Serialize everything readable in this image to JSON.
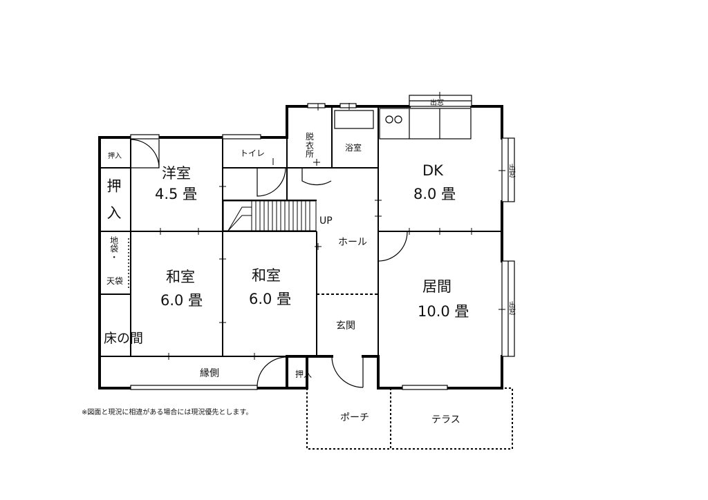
{
  "rooms": {
    "youshitsu": {
      "name": "洋室",
      "size": "4.5 畳"
    },
    "washitsu_left": {
      "name": "和室",
      "size": "6.0 畳"
    },
    "washitsu_right": {
      "name": "和室",
      "size": "6.0 畳"
    },
    "dk": {
      "name": "DK",
      "size": "8.0 畳"
    },
    "ima": {
      "name": "居間",
      "size": "10.0 畳"
    },
    "toilet": "トイレ",
    "datsuijo": "脱衣所",
    "yokushitsu": "浴室",
    "hall": "ホール",
    "up": "UP",
    "genkan": "玄関",
    "engawa": "縁側",
    "porch": "ポーチ",
    "terrace": "テラス",
    "tokonoma": "床の間",
    "oshiire_small_top": "押入",
    "oshiire_small_bottom": "押入",
    "oshiire_tall": "押入",
    "jibukuro": "地袋・",
    "tenbukuro": "天袋"
  },
  "windows": {
    "top": "出窓",
    "dk_side": "出窓",
    "ima_side": "出窓"
  },
  "note": "※図面と現況に相違がある場合には現況優先とします。"
}
